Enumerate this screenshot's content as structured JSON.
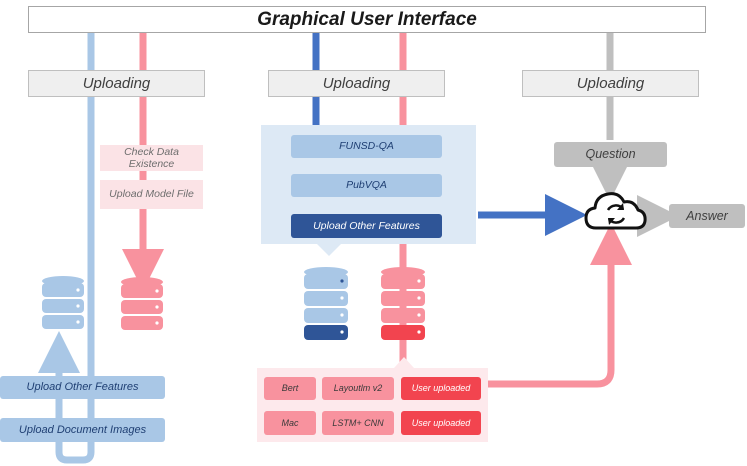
{
  "title": "Graphical User Interface",
  "columns": {
    "left": {
      "header": "Uploading",
      "steps": [
        "Check Data Existence",
        "Upload Model File"
      ],
      "buttons": [
        "Upload Other Features",
        "Upload Document Images"
      ]
    },
    "center": {
      "header": "Uploading",
      "datasets": [
        "FUNSD-QA",
        "PubVQA",
        "Upload Other Features"
      ],
      "models": [
        {
          "name": "Bert",
          "user": "User uploaded"
        },
        {
          "name": "Mac",
          "user": "User uploaded"
        }
      ],
      "models_middle": [
        "Layoutlm v2",
        "LSTM+ CNN"
      ]
    },
    "right": {
      "header": "Uploading",
      "question": "Question",
      "answer": "Answer"
    }
  },
  "colors": {
    "light_blue": "#a9c7e6",
    "dark_blue": "#2f5597",
    "pink": "#f8929e",
    "red": "#f2444f",
    "grey": "#bfbfbf"
  },
  "icons": [
    "database-icon",
    "cloud-sync-icon",
    "arrow-icon"
  ]
}
